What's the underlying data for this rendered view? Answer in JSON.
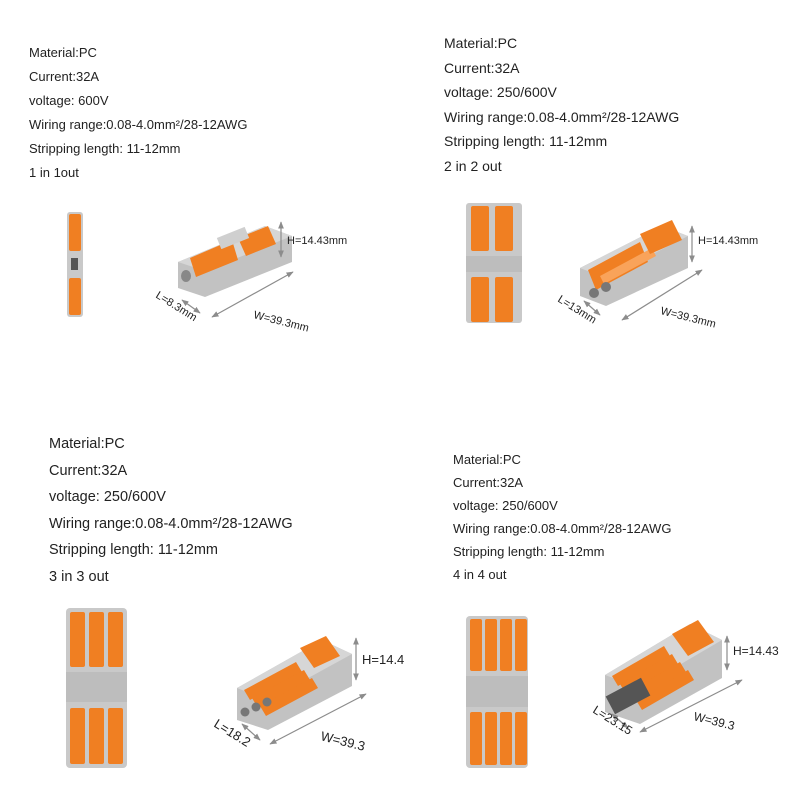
{
  "products": [
    {
      "specs": [
        "Material:PC",
        "Current:32A",
        "voltage: 600V",
        "Wiring range:0.08-4.0mm²/28-12AWG",
        "Stripping length: 11-12mm",
        "1 in 1out"
      ],
      "dimensions": {
        "height": "H=14.43mm",
        "length": "L=8.3mm",
        "width": "W=39.3mm"
      }
    },
    {
      "specs": [
        "Material:PC",
        "Current:32A",
        "voltage: 250/600V",
        "Wiring range:0.08-4.0mm²/28-12AWG",
        "Stripping length: 11-12mm",
        "2 in 2 out"
      ],
      "dimensions": {
        "height": "H=14.43mm",
        "length": "L=13mm",
        "width": "W=39.3mm"
      }
    },
    {
      "specs": [
        "Material:PC",
        "Current:32A",
        "voltage: 250/600V",
        "Wiring range:0.08-4.0mm²/28-12AWG",
        "Stripping length: 11-12mm",
        "3 in 3 out"
      ],
      "dimensions": {
        "height": "H=14.4",
        "length": "L=18.2",
        "width": "W=39.3"
      }
    },
    {
      "specs": [
        "Material:PC",
        "Current:32A",
        "voltage: 250/600V",
        "Wiring range:0.08-4.0mm²/28-12AWG",
        "Stripping length: 11-12mm",
        "4 in 4 out"
      ],
      "dimensions": {
        "height": "H=14.43",
        "length": "L=23.15",
        "width": "W=39.3"
      }
    }
  ],
  "colors": {
    "body": "#c9c9c9",
    "lever": "#f07f22",
    "arrow": "#8c8c8c"
  }
}
